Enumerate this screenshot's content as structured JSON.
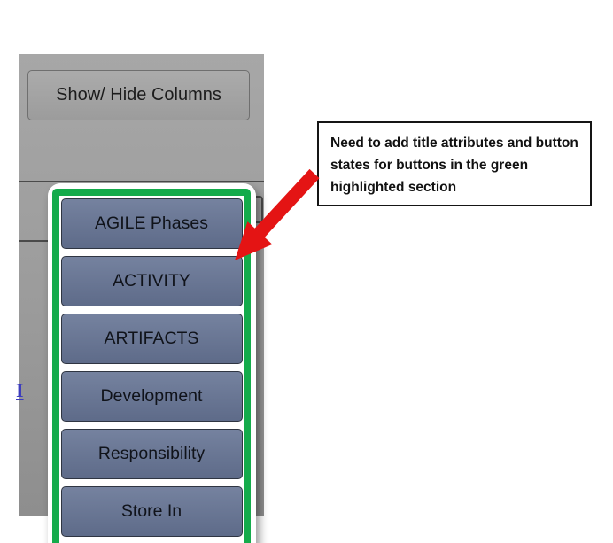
{
  "colors": {
    "gray-top": "#a7a7a7",
    "gray-bottom": "#8e8e8e",
    "green": "#14ab4b",
    "red": "#e41414",
    "btn-top": "#75829f",
    "btn-bottom": "#5e6b89",
    "link-blue": "#3b3bbd"
  },
  "toolbar": {
    "show_hide_label": "Show/ Hide Columns"
  },
  "dropdown": {
    "buttons": [
      "AGILE Phases",
      "ACTIVITY",
      "ARTIFACTS",
      "Development",
      "Responsibility",
      "Store In"
    ]
  },
  "background_page": {
    "partial_link_text": "I"
  },
  "annotation": {
    "note_text": "Need to add title attributes and button states for buttons in the green highlighted section"
  }
}
